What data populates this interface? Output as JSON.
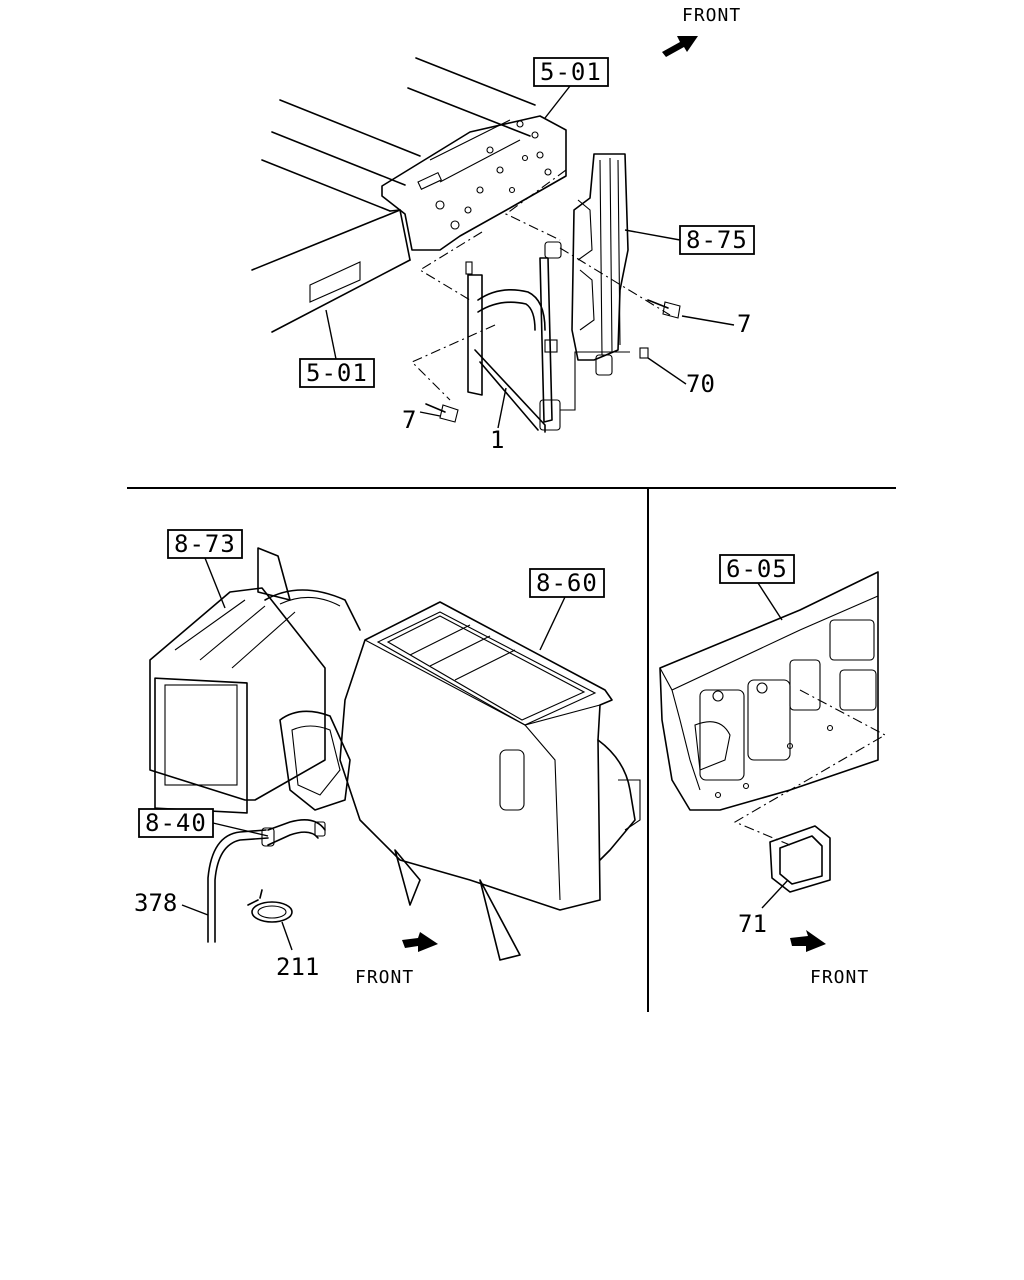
{
  "panels": {
    "top": {
      "front_label": "FRONT",
      "refs": {
        "frame_upper": "5-01",
        "frame_lower": "5-01",
        "condenser": "8-75"
      },
      "callouts": {
        "bolt_right": "7",
        "nut": "70",
        "bolt_left": "7",
        "pipe": "1"
      }
    },
    "bottom_left": {
      "front_label": "FRONT",
      "refs": {
        "blower_unit": "8-73",
        "heater_unit": "8-60",
        "drain_joint": "8-40"
      },
      "callouts": {
        "drain_hose": "378",
        "clip": "211"
      }
    },
    "bottom_right": {
      "front_label": "FRONT",
      "refs": {
        "dash_panel": "6-05"
      },
      "callouts": {
        "seal": "71"
      }
    }
  }
}
